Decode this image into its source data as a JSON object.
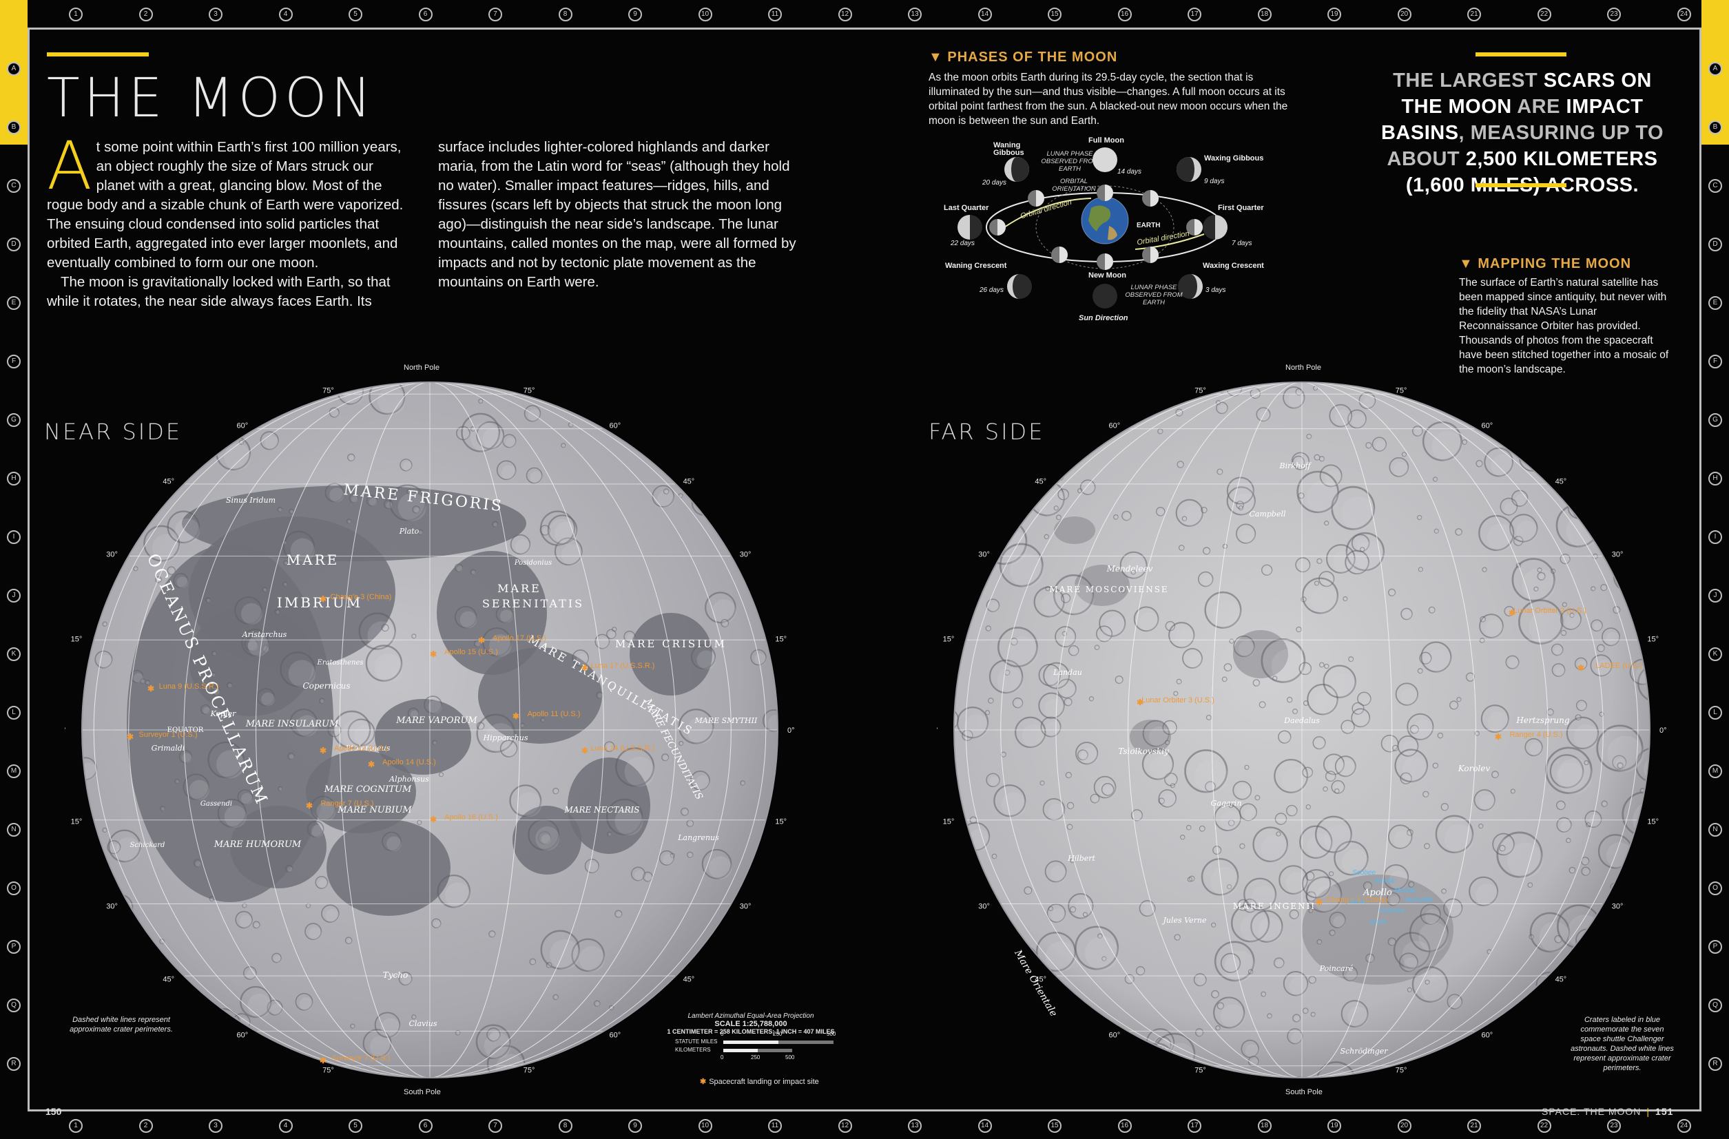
{
  "page": {
    "title": "THE MOON",
    "left_page_number": "150",
    "right_page_number": "151",
    "section_footer": "SPACE: THE MOON"
  },
  "grid": {
    "columns": [
      "1",
      "2",
      "3",
      "4",
      "5",
      "6",
      "7",
      "8",
      "9",
      "10",
      "11",
      "12",
      "13",
      "14",
      "15",
      "16",
      "17",
      "18",
      "19",
      "20",
      "21",
      "22",
      "23",
      "24"
    ],
    "rows": [
      "A",
      "B",
      "C",
      "D",
      "E",
      "F",
      "G",
      "H",
      "I",
      "J",
      "K",
      "L",
      "M",
      "N",
      "O",
      "P",
      "Q",
      "R"
    ]
  },
  "intro": {
    "dropcap": "A",
    "col1": "t some point within Earth’s first 100 million years, an object roughly the size of Mars struck our planet with a great, glancing blow. Most of the rogue body and a sizable chunk of Earth were vaporized. The ensuing cloud condensed into solid particles that orbited Earth, aggregated into ever larger moonlets, and eventually combined to form our one moon.",
    "col1b": "The moon is gravitationally locked with Earth, so that while it rotates, the near side always faces Earth. Its",
    "col2": "surface includes lighter-colored highlands and darker maria, from the Latin word for “seas” (although they hold no water). Smaller impact features—ridges, hills, and fissures (scars left by objects that struck the moon long ago)—distinguish the near side’s landscape. The lunar mountains, called montes on the map, were all formed by impacts and not by tectonic plate movement as the mountains on Earth were."
  },
  "phases": {
    "heading": "PHASES OF THE MOON",
    "text": "As the moon orbits Earth during its 29.5-day cycle, the section that is illuminated by the sun—and thus visible—changes. A full moon occurs at its orbital point farthest from the sun. A blacked-out new moon occurs when the moon is between the sun and Earth.",
    "labels": {
      "full": "Full Moon",
      "waxing_gibbous": "Waxing Gibbous",
      "first_quarter": "First Quarter",
      "waxing_crescent": "Waxing Crescent",
      "new": "New Moon",
      "waning_crescent": "Waning Crescent",
      "last_quarter": "Last Quarter",
      "waning_gibbous": "Waning Gibbous",
      "earth": "EARTH",
      "sun_direction": "Sun Direction",
      "orbital_direction": "Orbital direction",
      "orbital_orientation": "ORBITAL ORIENTATION",
      "observed_top": "LUNAR PHASE OBSERVED FROM EARTH",
      "observed_bottom": "LUNAR PHASE OBSERVED FROM EARTH"
    },
    "days": {
      "full": "14 days",
      "waxing_gibbous": "9 days",
      "first_quarter": "7 days",
      "waxing_crescent": "3 days",
      "waning_crescent": "26 days",
      "last_quarter": "22 days",
      "waning_gibbous": "20 days"
    }
  },
  "callout": {
    "parts": [
      {
        "t": "THE LARGEST ",
        "c": "g"
      },
      {
        "t": "SCARS ON THE MOON ",
        "c": "w"
      },
      {
        "t": "ARE ",
        "c": "g"
      },
      {
        "t": "IMPACT BASINS",
        "c": "w"
      },
      {
        "t": ", MEASURING UP TO ABOUT ",
        "c": "g"
      },
      {
        "t": "2,500 KILOMETERS (1,600 MILES) ACROSS.",
        "c": "w"
      }
    ]
  },
  "mapping": {
    "heading": "MAPPING THE MOON",
    "text": "The surface of Earth’s natural satellite has been mapped since antiquity, but never with the fidelity that NASA’s Lunar Reconnaissance Orbiter has provided. Thousands of photos from the spacecraft have been stitched together into a mosaic of the moon’s landscape."
  },
  "near_side": {
    "label": "NEAR SIDE",
    "north_pole": "North Pole",
    "south_pole": "South Pole",
    "equator": "EQUATOR",
    "note": "Dashed white lines represent approximate crater perimeters.",
    "lat_labels": [
      "75°",
      "60°",
      "45°",
      "30°",
      "15°",
      "0°"
    ],
    "features": [
      {
        "name": "MARE FRIGORIS",
        "size": 22
      },
      {
        "name": "MARE",
        "size": 20
      },
      {
        "name": "IMBRIUM",
        "size": 20
      },
      {
        "name": "MARE",
        "size": 16
      },
      {
        "name": "SERENITATIS",
        "size": 16
      },
      {
        "name": "MARE TRANQUILLITATIS",
        "size": 16
      },
      {
        "name": "MARE CRISIUM",
        "size": 15
      },
      {
        "name": "MARE VAPORUM",
        "size": 13
      },
      {
        "name": "MARE INSULARUM",
        "size": 13
      },
      {
        "name": "MARE COGNITUM",
        "size": 13
      },
      {
        "name": "MARE NUBIUM",
        "size": 13
      },
      {
        "name": "MARE HUMORUM",
        "size": 13
      },
      {
        "name": "MARE NECTARIS",
        "size": 12
      },
      {
        "name": "MARE FECUNDITATIS",
        "size": 14
      },
      {
        "name": "MARE SMYTHII",
        "size": 11
      },
      {
        "name": "OCEANUS PROCELLARUM",
        "size": 24
      },
      {
        "name": "Copernicus",
        "size": 12
      },
      {
        "name": "Kepler",
        "size": 11
      },
      {
        "name": "Aristarchus",
        "size": 11
      },
      {
        "name": "Plato",
        "size": 11
      },
      {
        "name": "Tycho",
        "size": 12
      },
      {
        "name": "Grimaldi",
        "size": 11
      },
      {
        "name": "Ptolemaeus",
        "size": 11
      },
      {
        "name": "Alphonsus",
        "size": 11
      },
      {
        "name": "Langrenus",
        "size": 11
      },
      {
        "name": "Hipparchus",
        "size": 11
      },
      {
        "name": "Clavius",
        "size": 11
      },
      {
        "name": "Sinus Iridum",
        "size": 11
      },
      {
        "name": "Eratosthenes",
        "size": 10
      },
      {
        "name": "Posidonius",
        "size": 10
      },
      {
        "name": "Schickard",
        "size": 10
      },
      {
        "name": "Gassendi",
        "size": 10
      }
    ],
    "missions": [
      {
        "name": "Luna 17 (U.S.S.R.)"
      },
      {
        "name": "Apollo 15 (U.S.)"
      },
      {
        "name": "Apollo 17 (U.S.)"
      },
      {
        "name": "Apollo 11 (U.S.)"
      },
      {
        "name": "Apollo 12 (U.S.)"
      },
      {
        "name": "Apollo 14 (U.S.)"
      },
      {
        "name": "Apollo 16 (U.S.)"
      },
      {
        "name": "Luna 9 (U.S.S.R.)"
      },
      {
        "name": "Surveyor 1 (U.S.)"
      },
      {
        "name": "Ranger 7 (U.S.)"
      },
      {
        "name": "Luna 24 (U.S.S.R.)"
      },
      {
        "name": "Surveyor 7 (U.S.)"
      },
      {
        "name": "Chang'e 3 (China)"
      }
    ]
  },
  "far_side": {
    "label": "FAR SIDE",
    "north_pole": "North Pole",
    "south_pole": "South Pole",
    "note": "Craters labeled in blue commemorate the seven space shuttle Challenger astronauts. Dashed white lines represent approximate crater perimeters.",
    "lat_labels": [
      "75°",
      "60°",
      "45°",
      "30°",
      "15°",
      "0°"
    ],
    "features": [
      {
        "name": "Korolev",
        "size": 12
      },
      {
        "name": "Hertzsprung",
        "size": 12
      },
      {
        "name": "Apollo",
        "size": 13
      },
      {
        "name": "Mendeleev",
        "size": 12
      },
      {
        "name": "MARE MOSCOVIENSE",
        "size": 12
      },
      {
        "name": "MARE INGENII",
        "size": 12
      },
      {
        "name": "Tsiolkovskiy",
        "size": 12
      },
      {
        "name": "Daedalus",
        "size": 11
      },
      {
        "name": "Gagarin",
        "size": 11
      },
      {
        "name": "Poincaré",
        "size": 11
      },
      {
        "name": "Birkhoff",
        "size": 11
      },
      {
        "name": "Campbell",
        "size": 11
      },
      {
        "name": "Mare Orientale",
        "size": 14
      },
      {
        "name": "Hilbert",
        "size": 11
      },
      {
        "name": "Landau",
        "size": 11
      },
      {
        "name": "Schrödinger",
        "size": 11
      },
      {
        "name": "Jules Verne",
        "size": 11
      }
    ],
    "missions": [
      {
        "name": "Chang'e 4 (China)"
      },
      {
        "name": "Lunar Orbiter 2 (U.S.)"
      },
      {
        "name": "Ranger 4 (U.S.)"
      },
      {
        "name": "LADEE (U.S.)"
      },
      {
        "name": "Lunar Orbiter 3 (U.S.)"
      }
    ],
    "blue": [
      {
        "name": "Scobee"
      },
      {
        "name": "Resnik"
      },
      {
        "name": "McNair"
      },
      {
        "name": "Jarvis"
      },
      {
        "name": "Onizuka"
      },
      {
        "name": "McAuliffe"
      },
      {
        "name": "Smith"
      }
    ]
  },
  "scale": {
    "projection": "Lambert Azimuthal Equal-Area Projection",
    "scale": "SCALE 1:25,788,000",
    "conversion": "1 CENTIMETER = 258 KILOMETERS; 1 INCH = 407 MILES",
    "miles_label": "STATUTE MILES",
    "km_label": "KILOMETERS",
    "miles_ticks": [
      "0",
      "250",
      "500"
    ],
    "km_ticks": [
      "0",
      "250",
      "500"
    ],
    "legend": "Spacecraft landing or impact site"
  },
  "colors": {
    "accent": "#f4cf1e",
    "heading_orange": "#e7a944",
    "mission": "#ee9a3a",
    "challenger_blue": "#5ab8f0",
    "background": "#050505"
  }
}
